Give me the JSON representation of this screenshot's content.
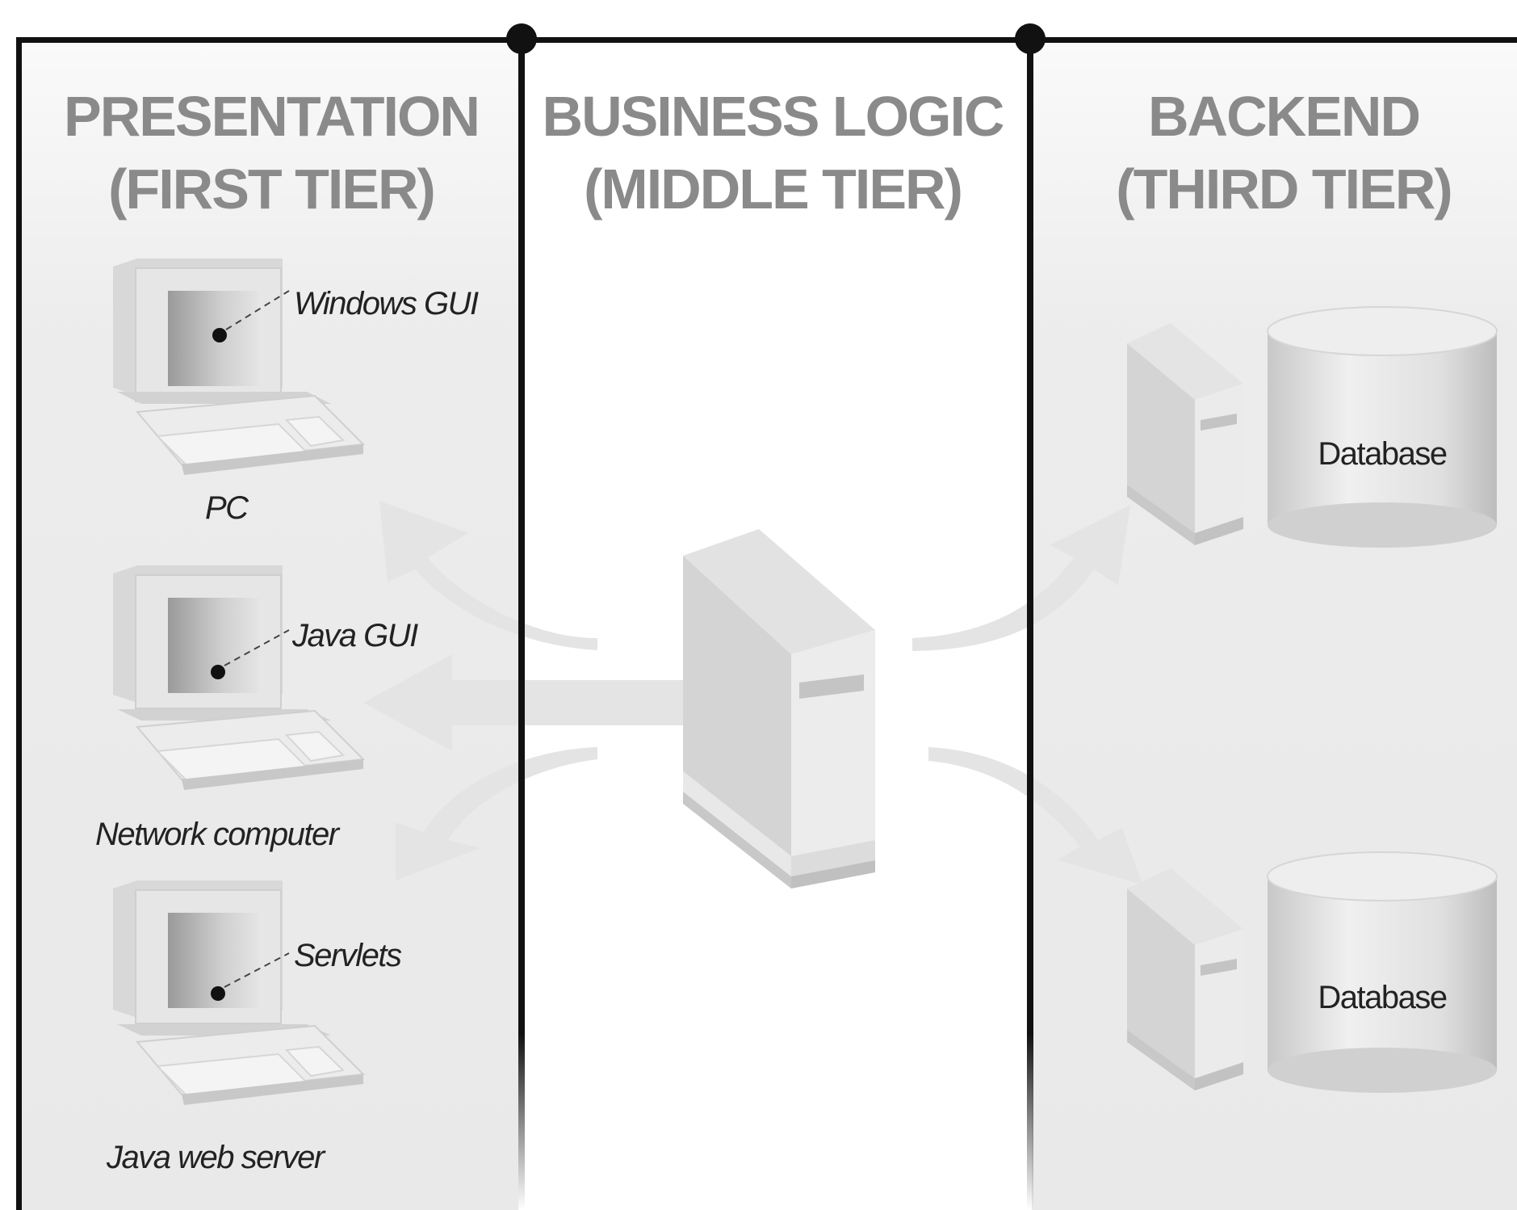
{
  "tiers": {
    "presentation": {
      "heading_line1": "PRESENTATION",
      "heading_line2": "(FIRST TIER)"
    },
    "business": {
      "heading_line1": "BUSINESS LOGIC",
      "heading_line2": "(MIDDLE TIER)"
    },
    "backend": {
      "heading_line1": "BACKEND",
      "heading_line2": "(THIRD TIER)"
    }
  },
  "clients": [
    {
      "screen_label": "Windows GUI",
      "device_label": "PC"
    },
    {
      "screen_label": "Java GUI",
      "device_label": "Network computer"
    },
    {
      "screen_label": "Servlets",
      "device_label": "Java web server"
    }
  ],
  "databases": [
    {
      "label": "Database"
    },
    {
      "label": "Database"
    }
  ],
  "colors": {
    "divider": "#111111",
    "heading": "#8a8a8a",
    "arrow": "#e6e6e6",
    "panel_gradient_top": "#f4f4f4",
    "panel_gradient_bottom": "#e8e8e8"
  }
}
